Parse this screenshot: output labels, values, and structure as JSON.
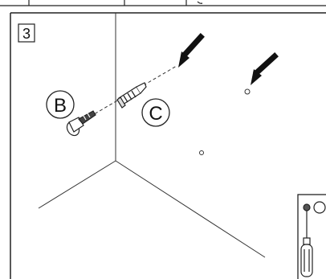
{
  "step": {
    "number": "3"
  },
  "callouts": [
    {
      "id": "B",
      "text": "B"
    },
    {
      "id": "C",
      "text": "C"
    }
  ],
  "icons": [
    "screwdriver-icon",
    "screw-icon",
    "wall-plug-icon",
    "arrow-icon",
    "drill-hole-icon"
  ],
  "colors": {
    "stroke": "#222222",
    "background": "#ffffff"
  }
}
